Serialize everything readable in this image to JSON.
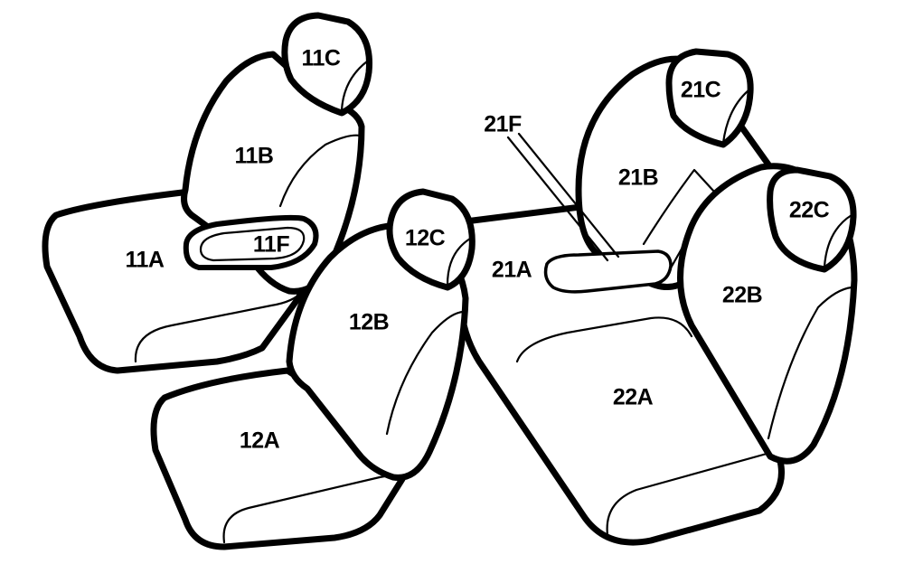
{
  "diagram": {
    "seats": {
      "front_left": {
        "cushion": "11A",
        "back": "11B",
        "headrest": "11C",
        "armrest": "11F"
      },
      "front_right": {
        "cushion": "12A",
        "back": "12B",
        "headrest": "12C"
      },
      "rear_left": {
        "cushion": "21A",
        "back": "21B",
        "headrest": "21C",
        "armrest": "21F"
      },
      "rear_right": {
        "cushion": "22A",
        "back": "22B",
        "headrest": "22C"
      }
    },
    "colors": {
      "line": "#000000",
      "fill": "#ffffff"
    }
  }
}
